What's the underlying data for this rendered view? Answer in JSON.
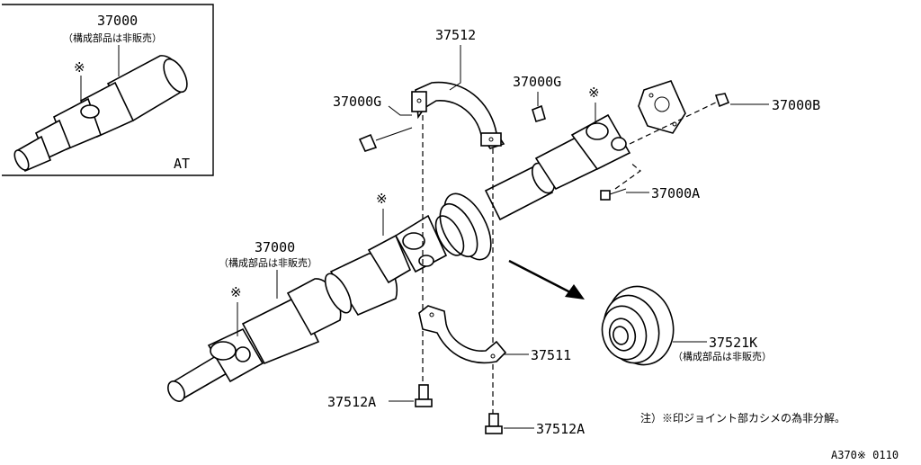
{
  "inset": {
    "part_number": "37000",
    "part_note": "（構成部品は非販売）",
    "asterisk": "※",
    "variant_label": "AT"
  },
  "callouts": {
    "bracket_upper": "37512",
    "clip_left": "37000G",
    "clip_right": "37000G",
    "nut": "37000B",
    "bolt": "37000A",
    "shaft_number": "37000",
    "shaft_note": "（構成部品は非販売）",
    "bracket_lower": "37511",
    "bearing_kit": "37521K",
    "bearing_note": "（構成部品は非販売）",
    "bolt_left": "37512A",
    "bolt_right": "37512A"
  },
  "markers": {
    "asterisk_flange": "※",
    "asterisk_center": "※",
    "asterisk_front": "※"
  },
  "footnote": "注）※印ジョイント部カシメの為非分解。",
  "figure_code": "A370※ 0110"
}
